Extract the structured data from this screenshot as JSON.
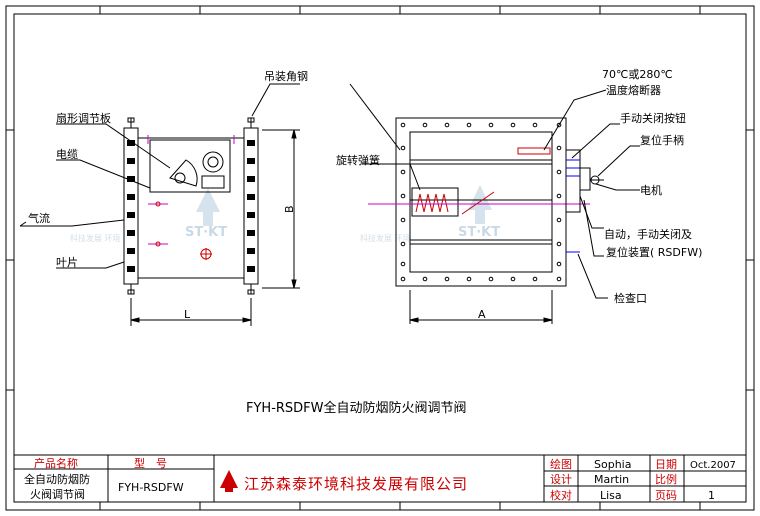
{
  "drawing": {
    "title": "FYH-RSDFW全自动防烟防火阀调节阀",
    "labels": {
      "fan_plate": "扇形调节板",
      "cable": "电缆",
      "airflow": "气流",
      "blade": "叶片",
      "dim_b": "B",
      "dim_l": "L",
      "dim_a": "A",
      "hanger": "吊装角钢",
      "spring": "旋转弹簧",
      "fuse_line1": "70℃或280℃",
      "fuse_line2": "温度熔断器",
      "manual_close": "手动关闭按钮",
      "reset_handle": "复位手柄",
      "motor": "电机",
      "auto_line1": "自动，手动关闭及",
      "auto_line2": "复位装置( RSDFW)",
      "inspection": "检查口"
    },
    "watermark": {
      "logo_text": "ST·KT",
      "small_text": "科技发展 环境"
    }
  },
  "title_block": {
    "product_name_label": "产品名称",
    "product_name_line1": "全自动防烟防",
    "product_name_line2": "火阀调节阀",
    "model_label": "型　号",
    "model_value": "FYH-RSDFW",
    "company": "江苏森泰环境科技发展有限公司",
    "drawn_label": "绘图",
    "drawn_by": "Sophia",
    "design_label": "设计",
    "design_by": "Martin",
    "check_label": "校对",
    "check_by": "Lisa",
    "date_label": "日期",
    "date_value": "Oct.2007",
    "scale_label": "比例",
    "scale_value": "",
    "page_label": "页码",
    "page_value": "1"
  },
  "colors": {
    "line": "#000000",
    "accent_red": "#cc0000",
    "magenta": "#cc00cc",
    "blue": "#0000ff"
  }
}
